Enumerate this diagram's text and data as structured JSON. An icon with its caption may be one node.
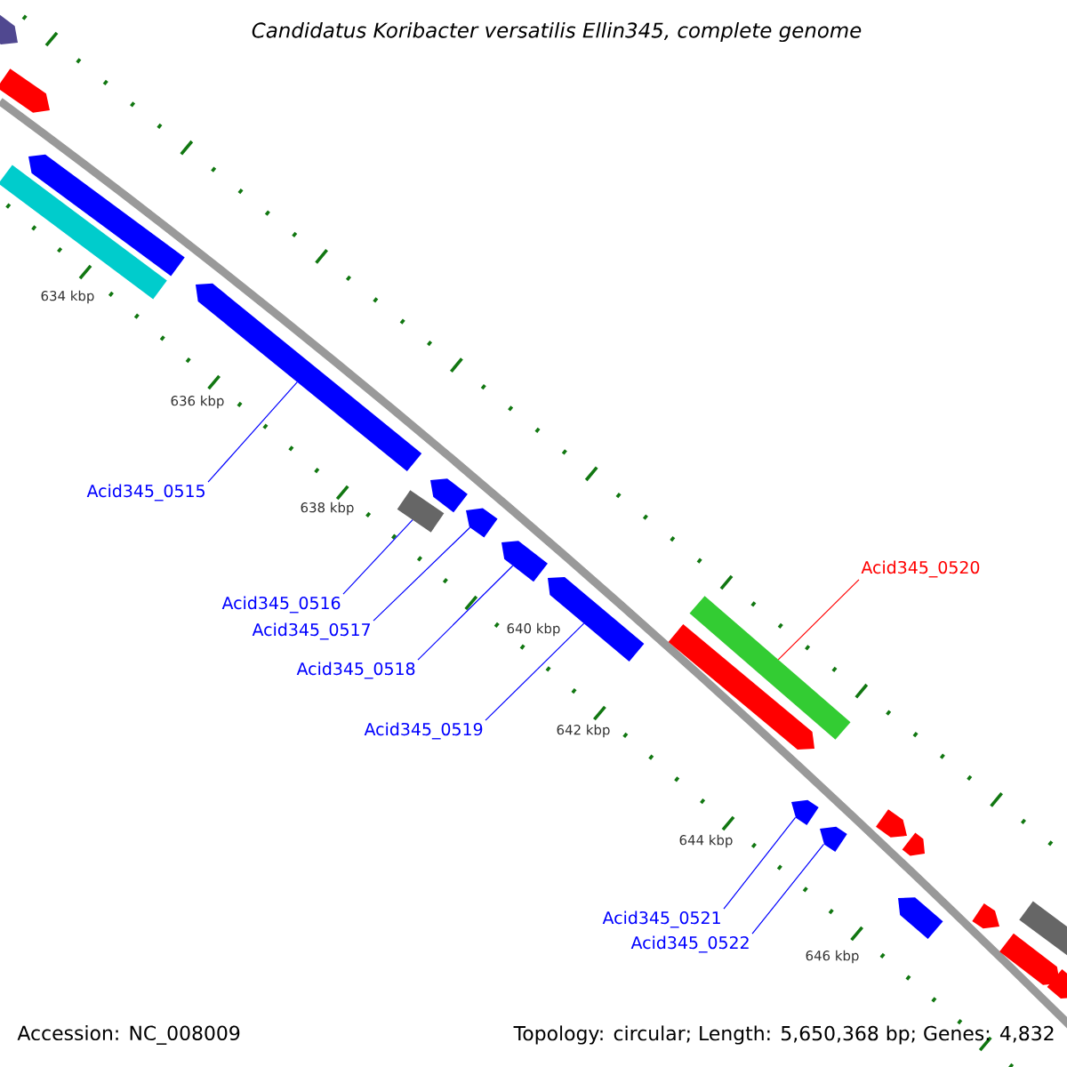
{
  "diagram": {
    "title": "Candidatus Koribacter versatilis Ellin345, complete genome",
    "nodes": [
      {
        "text": [
          "Acid345_0515"
        ]
      },
      {
        "text": [
          "Acid345_0516"
        ]
      },
      {
        "text": [
          "Acid345_0517"
        ]
      },
      {
        "text": [
          "Acid345_0518"
        ]
      },
      {
        "text": [
          "Acid345_0519"
        ]
      },
      {
        "text": [
          "Acid345_0520"
        ]
      },
      {
        "text": [
          "Acid345_0521"
        ]
      },
      {
        "text": [
          "Acid345_0522"
        ]
      },
      {
        "text": [],
        "shape": "pentagon"
      },
      {
        "text": [],
        "shape": "pentagon"
      },
      {
        "text": [],
        "shape": "bar"
      },
      {
        "text": [],
        "shape": "pentagon"
      },
      {
        "text": [],
        "shape": "pentagon"
      },
      {
        "text": [],
        "shape": "bar"
      },
      {
        "text": [],
        "shape": "pentagon"
      },
      {
        "text": [],
        "shape": "pentagon"
      },
      {
        "text": [],
        "shape": "pentagon"
      },
      {
        "text": [],
        "shape": "pentagon"
      },
      {
        "text": [],
        "shape": "pentagon"
      },
      {
        "text": [],
        "shape": "bar"
      },
      {
        "text": [],
        "shape": "pentagon"
      },
      {
        "text": [],
        "shape": "pentagon"
      },
      {
        "text": [],
        "shape": "pentagon"
      },
      {
        "text": [],
        "shape": "pentagon"
      },
      {
        "text": [],
        "shape": "pentagon"
      },
      {
        "text": [],
        "shape": "pentagon"
      },
      {
        "text": [],
        "shape": "pentagon"
      },
      {
        "text": [],
        "shape": "bar"
      },
      {
        "text": [],
        "shape": "pentagon"
      }
    ],
    "edges": [
      {
        "from": 0,
        "to": 12,
        "arrow": "none"
      },
      {
        "from": 1,
        "to": 13,
        "arrow": "none"
      },
      {
        "from": 2,
        "to": 15,
        "arrow": "none"
      },
      {
        "from": 3,
        "to": 16,
        "arrow": "none"
      },
      {
        "from": 4,
        "to": 17,
        "arrow": "none"
      },
      {
        "from": 5,
        "to": 19,
        "arrow": "none",
        "color": "#ff0000"
      },
      {
        "from": 6,
        "to": 20,
        "arrow": "none"
      },
      {
        "from": 7,
        "to": 21,
        "arrow": "none"
      }
    ],
    "labels": [
      "634 kbp",
      "636 kbp",
      "638 kbp",
      "640 kbp",
      "642 kbp",
      "644 kbp",
      "646 kbp",
      "Accession: NC_008009",
      "Topology: circular; Length: 5,650,368 bp; Genes: 4,832"
    ]
  }
}
